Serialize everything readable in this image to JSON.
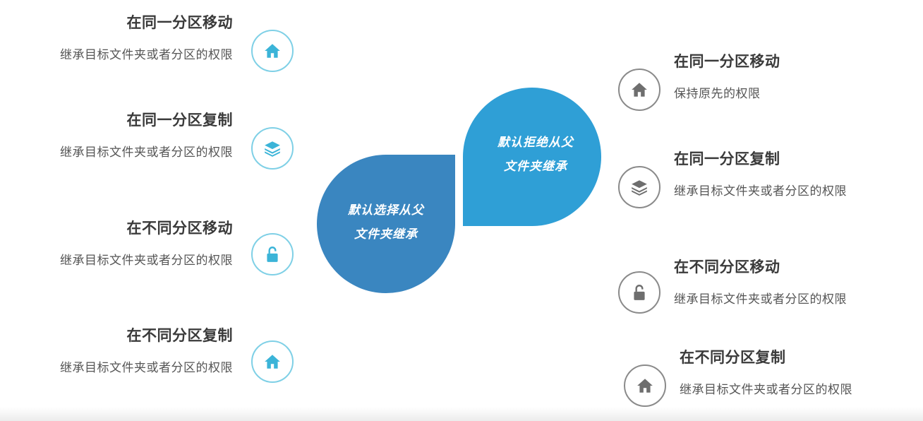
{
  "center": {
    "left_drop": {
      "line1": "默认选择从父",
      "line2": "文件夹继承",
      "color": "#3a86c0"
    },
    "right_drop": {
      "line1": "默认拒绝从父",
      "line2": "文件夹继承",
      "color": "#2f9fd6"
    }
  },
  "left_items": [
    {
      "title": "在同一分区移动",
      "desc": "继承目标文件夹或者分区的权限",
      "icon": "home-icon"
    },
    {
      "title": "在同一分区复制",
      "desc": "继承目标文件夹或者分区的权限",
      "icon": "layers-icon"
    },
    {
      "title": "在不同分区移动",
      "desc": "继承目标文件夹或者分区的权限",
      "icon": "unlock-icon"
    },
    {
      "title": "在不同分区复制",
      "desc": "继承目标文件夹或者分区的权限",
      "icon": "home-icon"
    }
  ],
  "right_items": [
    {
      "title": "在同一分区移动",
      "desc": "保持原先的权限",
      "icon": "home-icon"
    },
    {
      "title": "在同一分区复制",
      "desc": "继承目标文件夹或者分区的权限",
      "icon": "layers-icon"
    },
    {
      "title": "在不同分区移动",
      "desc": "继承目标文件夹或者分区的权限",
      "icon": "unlock-icon"
    },
    {
      "title": "在不同分区复制",
      "desc": "继承目标文件夹或者分区的权限",
      "icon": "home-icon"
    }
  ],
  "colors": {
    "left_icon": "#3bb4d8",
    "right_icon": "#6e6e6e"
  }
}
